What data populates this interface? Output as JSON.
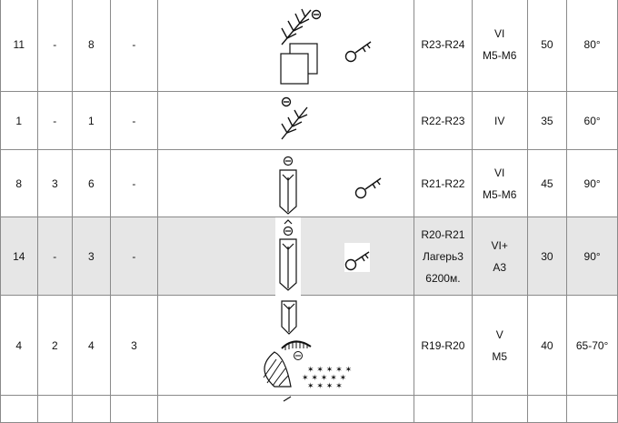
{
  "rows": [
    {
      "c1": "11",
      "c2": "-",
      "c3": "8",
      "c4": "-",
      "route": [
        "R23-R24"
      ],
      "grade": [
        "VI",
        "M5-M6"
      ],
      "length": "50",
      "angle": "80°",
      "shaded": false,
      "symbols": [
        "fir-branch-icon",
        "rock-block-icon",
        "key-icon"
      ]
    },
    {
      "c1": "1",
      "c2": "-",
      "c3": "1",
      "c4": "-",
      "route": [
        "R22-R23"
      ],
      "grade": [
        "IV"
      ],
      "length": "35",
      "angle": "60°",
      "shaded": false,
      "symbols": [
        "fir-branch-icon"
      ]
    },
    {
      "c1": "8",
      "c2": "3",
      "c3": "6",
      "c4": "-",
      "route": [
        "R21-R22"
      ],
      "grade": [
        "VI",
        "M5-M6"
      ],
      "length": "45",
      "angle": "90°",
      "shaded": false,
      "symbols": [
        "inner-corner-icon",
        "key-icon"
      ]
    },
    {
      "c1": "14",
      "c2": "-",
      "c3": "3",
      "c4": "-",
      "route": [
        "R20-R21",
        "Лагерь3",
        "6200м."
      ],
      "grade": [
        "VI+",
        "A3"
      ],
      "length": "30",
      "angle": "90°",
      "shaded": true,
      "symbols": [
        "inner-corner-icon",
        "key-icon"
      ]
    },
    {
      "c1": "4",
      "c2": "2",
      "c3": "4",
      "c4": "3",
      "route": [
        "R19-R20"
      ],
      "grade": [
        "V",
        "M5"
      ],
      "length": "40",
      "angle": "65-70°",
      "shaded": false,
      "symbols": [
        "inner-corner-icon",
        "cornice-icon",
        "scree-icon"
      ]
    }
  ]
}
